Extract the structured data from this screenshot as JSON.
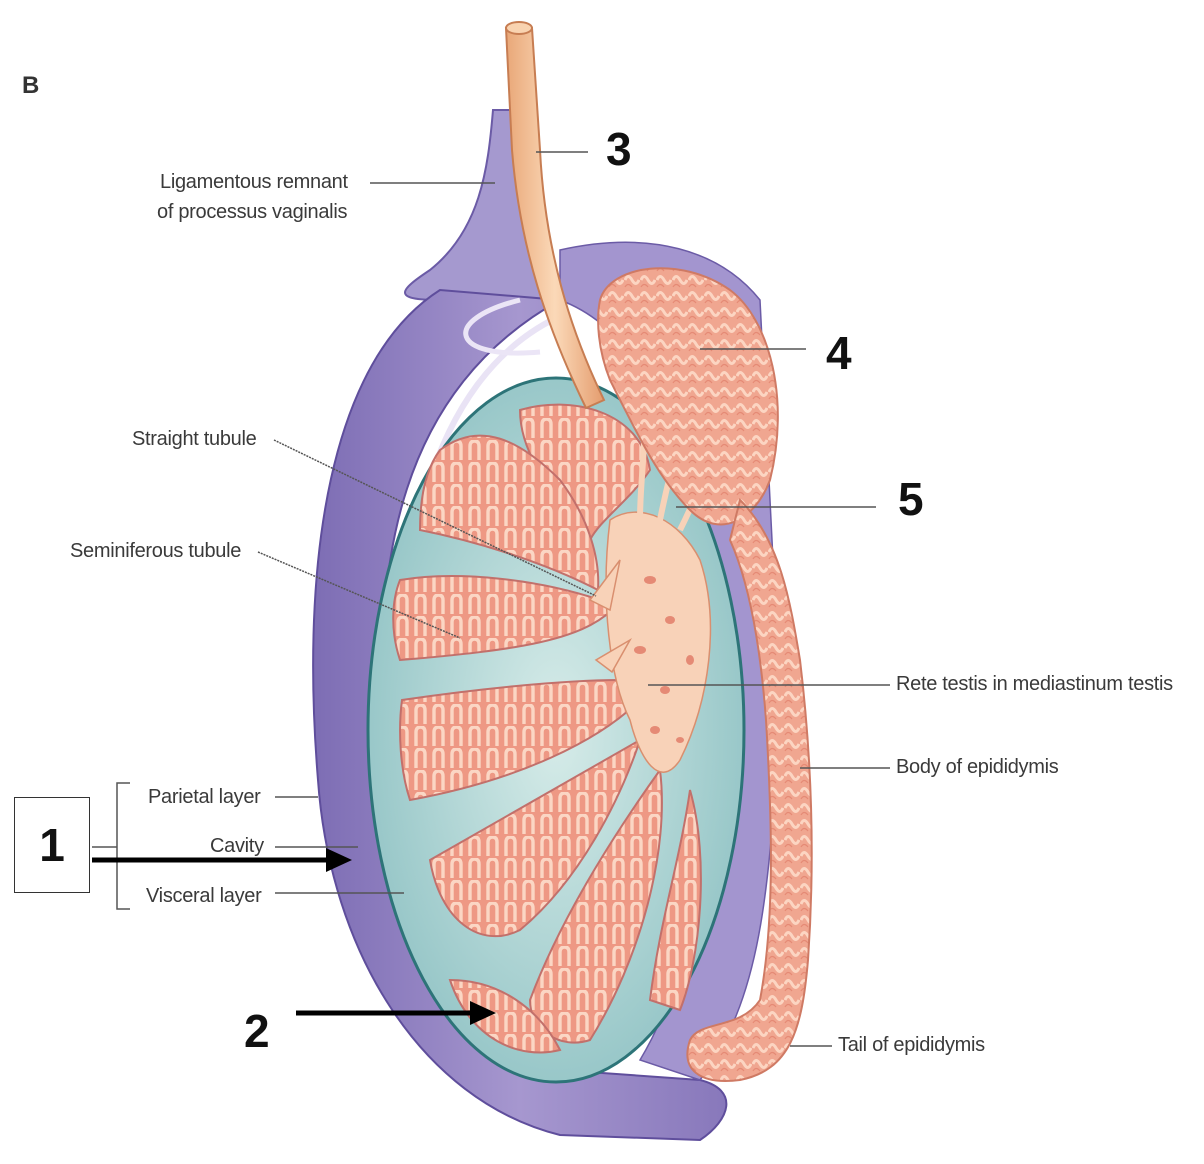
{
  "figure": {
    "panel_letter": "B",
    "labels": {
      "ligamentous_remnant": "Ligamentous remnant",
      "processus_vaginalis": "of processus vaginalis",
      "straight_tubule": "Straight tubule",
      "seminiferous_tubule": "Seminiferous tubule",
      "parietal_layer": "Parietal layer",
      "cavity": "Cavity",
      "visceral_layer": "Visceral layer",
      "rete_testis": "Rete testis in mediastinum testis",
      "body_epididymis": "Body of epididymis",
      "tail_epididymis": "Tail of epididymis"
    },
    "markers": [
      "1",
      "2",
      "3",
      "4",
      "5"
    ]
  },
  "colors": {
    "tunica_vaginalis": "#9d8ac4",
    "tunica_vaginalis_light": "#c9bde2",
    "tunica_albuginea": "#8fbcbf",
    "lobule": "#ef9b8a",
    "tubule_pink": "#f7c2ae",
    "vas_deferens": "#f4c09a",
    "epididymis": "#f3a790"
  }
}
